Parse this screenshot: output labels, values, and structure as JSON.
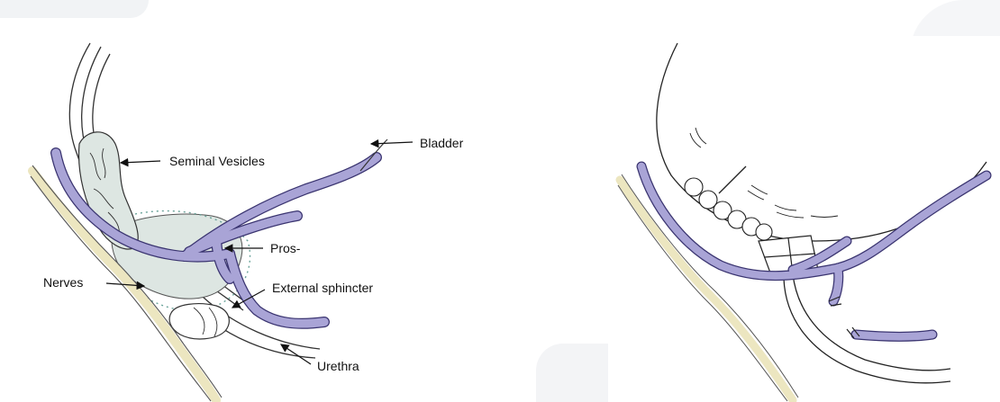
{
  "left_panel": {
    "labels": {
      "bladder": "Bladder",
      "seminal_vesicles": "Seminal Vesicles",
      "prostate": "Pros-",
      "external_sphincter": "External sphincter",
      "nerves": "Nerves",
      "urethra": "Urethra"
    }
  },
  "colors": {
    "vessel": "#a9a4d6",
    "vessel_outline": "#3a3470",
    "nerve": "#ece6c0",
    "tissue": "#dde6e2",
    "ink": "#111111"
  }
}
